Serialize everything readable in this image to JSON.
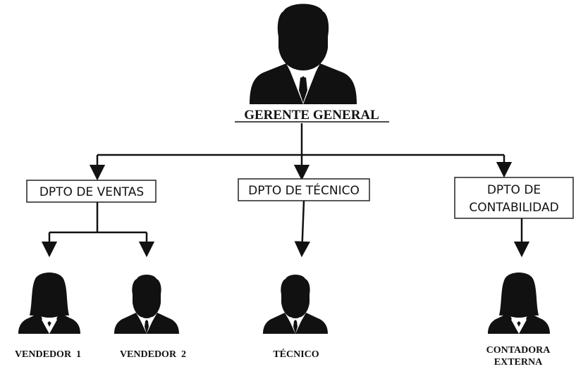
{
  "chart_title": "",
  "top": {
    "label": "GERENTE GENERAL",
    "icon": "businessman-icon"
  },
  "departments": [
    {
      "label_lines": [
        "DPTO DE VENTAS"
      ]
    },
    {
      "label_lines": [
        "DPTO DE TÉCNICO"
      ]
    },
    {
      "label_lines": [
        "DPTO DE",
        "CONTABILIDAD"
      ]
    }
  ],
  "staff": [
    {
      "label_lines": [
        "VENDEDOR  1"
      ],
      "icon": "woman-icon"
    },
    {
      "label_lines": [
        "VENDEDOR  2"
      ],
      "icon": "man-icon"
    },
    {
      "label_lines": [
        "TÉCNICO"
      ],
      "icon": "man-icon"
    },
    {
      "label_lines": [
        "CONTADORA",
        "EXTERNA"
      ],
      "icon": "woman-icon"
    }
  ],
  "colors": {
    "line": "#111111",
    "silhouette": "#111111",
    "box_border": "#222222"
  }
}
